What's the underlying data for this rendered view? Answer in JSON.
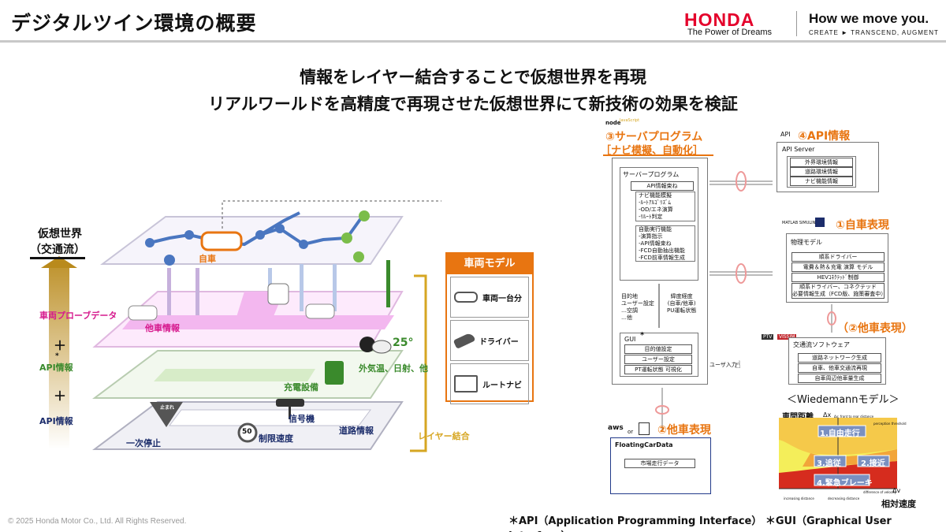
{
  "header": {
    "title": "デジタルツイン環境の概要",
    "brand": "HONDA",
    "brand_tagline": "The Power of Dreams",
    "slogan": "How we move you.",
    "slogan_sub": "CREATE ► TRANSCEND, AUGMENT"
  },
  "headline": {
    "line1": "情報をレイヤー結合することで仮想世界を再現",
    "line2": "リアルワールドを高精度で再現させた仮想世界にて新技術の効果を検証"
  },
  "left_diagram": {
    "virtual_world": "仮想世界",
    "virtual_world_sub": "（交通流）",
    "probe_data": "車両プローブデータ",
    "plus1": "＋",
    "api1": "API情報",
    "asterisk": "*",
    "plus2": "＋",
    "api2": "API情報",
    "own_car": "自車",
    "other_car_info": "他車情報",
    "weather": "外気温、日射、他",
    "temp": "25°",
    "charging": "充電設備",
    "signal": "信号機",
    "stop_sign": "止まれ",
    "stop": "一次停止",
    "speed_value": "50",
    "speed_limit": "制限速度",
    "road_info": "道路情報",
    "layer_join": "レイヤー結合"
  },
  "vehicle_model": {
    "title": "車両モデル",
    "items": [
      "車両一台分",
      "ドライバー",
      "ルートナビ"
    ]
  },
  "server": {
    "logo_node": "node",
    "logo_js": "JavaScript",
    "title": "③サーバプログラム",
    "subtitle": "［ナビ模擬、自動化］",
    "program_label": "サーバープログラム",
    "api_bundle": "API情報束ね",
    "nav_block": "ナビ機能模擬\n-ﾙｰﾄｱﾙｺﾞﾘｽﾞﾑ\n-OD/エネ演算\n-ﾘﾙｰﾄ判定",
    "auto_block": "自動実行機能\n-演算指示\n-API情報束ね\n-FCD自動抽出機能\n-FCD前車情報生成",
    "purpose_text": "目的地\nユーザー設定\n…空調\n…他",
    "latlon_text": "緯度経度\n(自車/他車)\nPU運転状態",
    "gui_label": "GUI",
    "gui_asterisk": "*",
    "gui_items": [
      "目的値設定",
      "ユーザー設定",
      "PT運転状態 可視化"
    ],
    "user_input": "ユーザ入力"
  },
  "api_section": {
    "api_tag": "API",
    "title": "④API情報",
    "server_label": "API Server",
    "items": [
      "外界環境情報",
      "道路環境情報",
      "ナビ機能情報"
    ]
  },
  "own_vehicle": {
    "logo_matlab": "MATLAB SIMULINK",
    "title": "①自車表現",
    "model_label": "物理モデル",
    "items": [
      "順系ドライバー",
      "電費＆熱＆充電 演算 モデル",
      "HEVｺﾈｸﾃｯﾄﾞ制御",
      "順系ドライバー、コネクテッド\n必要情報生成（FCD版、施策審査中）"
    ]
  },
  "other_vehicle_right": {
    "logo_ptv": "PTV",
    "logo_vissim": "VISSIM",
    "title": "（②他車表現）",
    "sw_label": "交通流ソフトウェア",
    "items": [
      "道路ネットワーク生成",
      "自車、他車交通流再現",
      "自車周辺他車量生成"
    ]
  },
  "wiedemann": {
    "title": "＜Wiedemannモデル＞",
    "y_label": "車間距離",
    "y_var": "Δx",
    "x_label": "相対速度",
    "x_var": "Δv",
    "regions": [
      "1.自由走行",
      "2.接近",
      "3.追従",
      "4.緊急ブレーキ"
    ],
    "small_left": "increasing distance",
    "small_mid": "decreasing distance",
    "small_right": "difference of velocity",
    "top_note": "Δx: front to rear distance",
    "perception": "perception threshold"
  },
  "other_vehicle_left": {
    "logo_aws": "aws",
    "or": "or",
    "title": "②他車表現",
    "box_label": "FloatingCarData",
    "item": "市場走行データ"
  },
  "footer": {
    "copyright": "© 2025 Honda Motor Co., Ltd. All Rights Reserved.",
    "note": "＊API（Application Programming Interface） ＊GUI（Graphical User Interface）"
  },
  "colors": {
    "accent_orange": "#e87511",
    "honda_red": "#e4002b",
    "probe_pink": "#d6198d",
    "api_green": "#3a8a2c"
  }
}
